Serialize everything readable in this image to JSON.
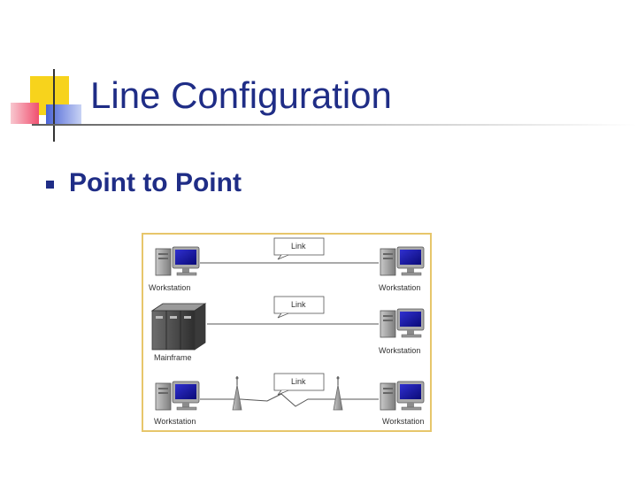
{
  "slide": {
    "title": "Line Configuration",
    "bullet": "Point to Point"
  },
  "diagram": {
    "rows": [
      {
        "left": "Workstation",
        "right": "Workstation",
        "link": "Link",
        "medium": "wired"
      },
      {
        "left": "Mainframe",
        "right": "Workstation",
        "link": "Link",
        "medium": "wired"
      },
      {
        "left": "Workstation",
        "right": "Workstation",
        "link": "Link",
        "medium": "wireless"
      }
    ]
  },
  "colors": {
    "title": "#1f2d86",
    "accent_yellow": "#f7d31c",
    "accent_red": "#f05070",
    "accent_blue": "#4a63d6",
    "frame": "#e7c66b",
    "screen": "#1a1aa8"
  }
}
